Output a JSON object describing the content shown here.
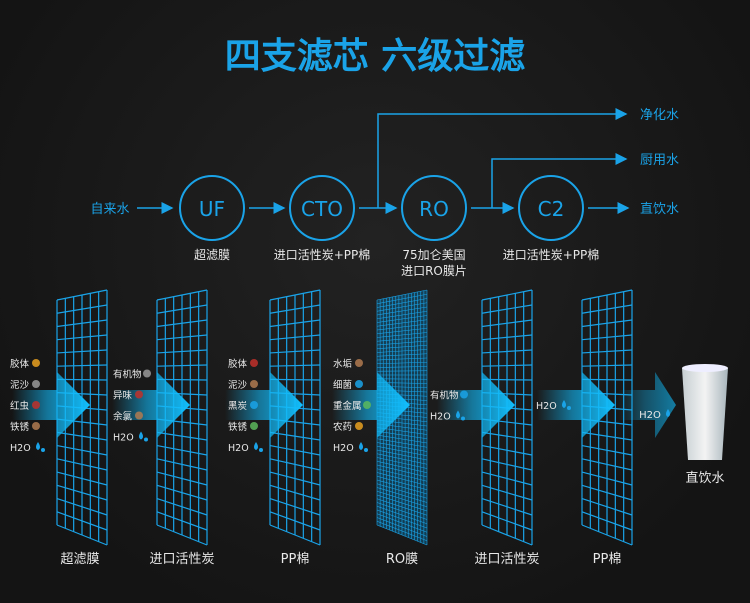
{
  "title": "四支滤芯 六级过滤",
  "colors": {
    "accent": "#1aa3e8",
    "arrow": "#12b4f0",
    "text": "#e8e8e8"
  },
  "flow": {
    "source": "自来水",
    "stages": [
      {
        "code": "UF",
        "label": [
          "超滤膜"
        ]
      },
      {
        "code": "CTO",
        "label": [
          "进口活性炭+PP棉"
        ]
      },
      {
        "code": "RO",
        "label": [
          "75加仑美国",
          "进口RO膜片"
        ]
      },
      {
        "code": "C2",
        "label": [
          "进口活性炭+PP棉"
        ]
      }
    ],
    "outputs": [
      "净化水",
      "厨用水",
      "直饮水"
    ]
  },
  "filters": [
    {
      "name": "超滤膜",
      "removes": [
        "胶体",
        "泥沙",
        "红虫",
        "铁锈",
        "H2O"
      ],
      "icons": [
        "colloid-icon",
        "sand-icon",
        "red-worm-icon",
        "rust-icon",
        "water-drop-icon"
      ]
    },
    {
      "name": "进口活性炭",
      "removes": [
        "有机物",
        "异味",
        "余氯",
        "H2O"
      ],
      "icons": [
        "organic-icon",
        "odor-icon",
        "chlorine-icon",
        "water-drop-icon"
      ]
    },
    {
      "name": "PP棉",
      "removes": [
        "胶体",
        "泥沙",
        "黑炭",
        "铁锈",
        "H2O"
      ],
      "icons": [
        "colloid-icon",
        "sand-icon",
        "carbon-icon",
        "rust-icon",
        "water-drop-icon"
      ]
    },
    {
      "name": "RO膜",
      "removes": [
        "水垢",
        "细菌",
        "重金属",
        "农药",
        "H2O"
      ],
      "icons": [
        "scale-icon",
        "bacteria-icon",
        "heavy-metal-icon",
        "pesticide-icon",
        "water-drop-icon"
      ]
    },
    {
      "name": "进口活性炭",
      "removes": [
        "有机物",
        "H2O"
      ],
      "icons": [
        "organic-icon",
        "water-drop-icon"
      ]
    },
    {
      "name": "PP棉",
      "removes": [
        "H2O"
      ],
      "icons": [
        "water-drop-icon"
      ]
    }
  ],
  "final": {
    "after_label": "H2O",
    "glass_label": "直饮水"
  }
}
